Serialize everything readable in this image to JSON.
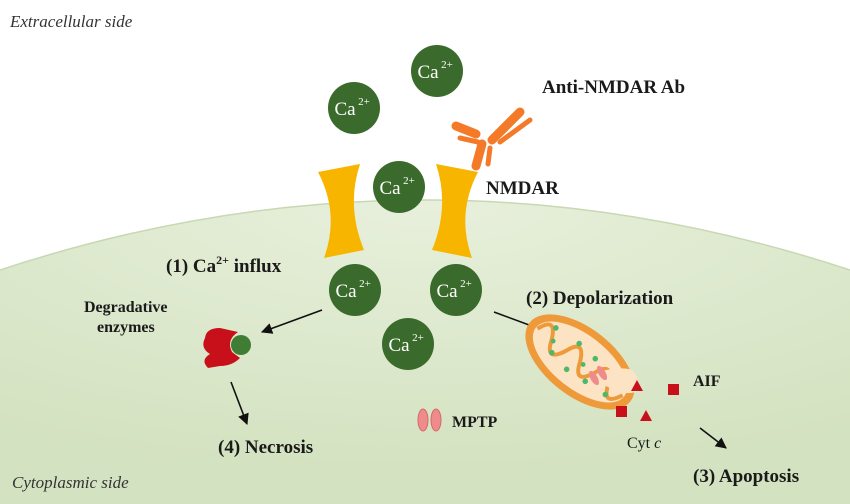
{
  "sides": {
    "extracellular": "Extracellular side",
    "cytoplasmic": "Cytoplasmic side"
  },
  "ion": {
    "base": "Ca",
    "charge": "2+"
  },
  "labels": {
    "antibody": "Anti-NMDAR Ab",
    "receptor": "NMDAR",
    "influx_prefix": "(1) Ca",
    "influx_suffix": " influx",
    "influx_charge": "2+",
    "depolarization": "(2) Depolarization",
    "apoptosis": "(3) Apoptosis",
    "necrosis": "(4) Necrosis",
    "enzymes_line1": "Degradative",
    "enzymes_line2": "enzymes",
    "mptp": "MPTP",
    "aif": "AIF",
    "cytc_prefix": "Cyt ",
    "cytc_italic": "c"
  },
  "colors": {
    "cell": "#dde9cd",
    "ion": "#3b6b2c",
    "receptor": "#f7b500",
    "antibody": "#f47a2a",
    "enzyme": "#c8101a",
    "mito_outer": "#ee9a3a",
    "mito_inner": "#fbe3c4",
    "mito_dots": "#4cb86a",
    "pore": "#f08b8b",
    "aif_cytc": "#c8101a"
  }
}
